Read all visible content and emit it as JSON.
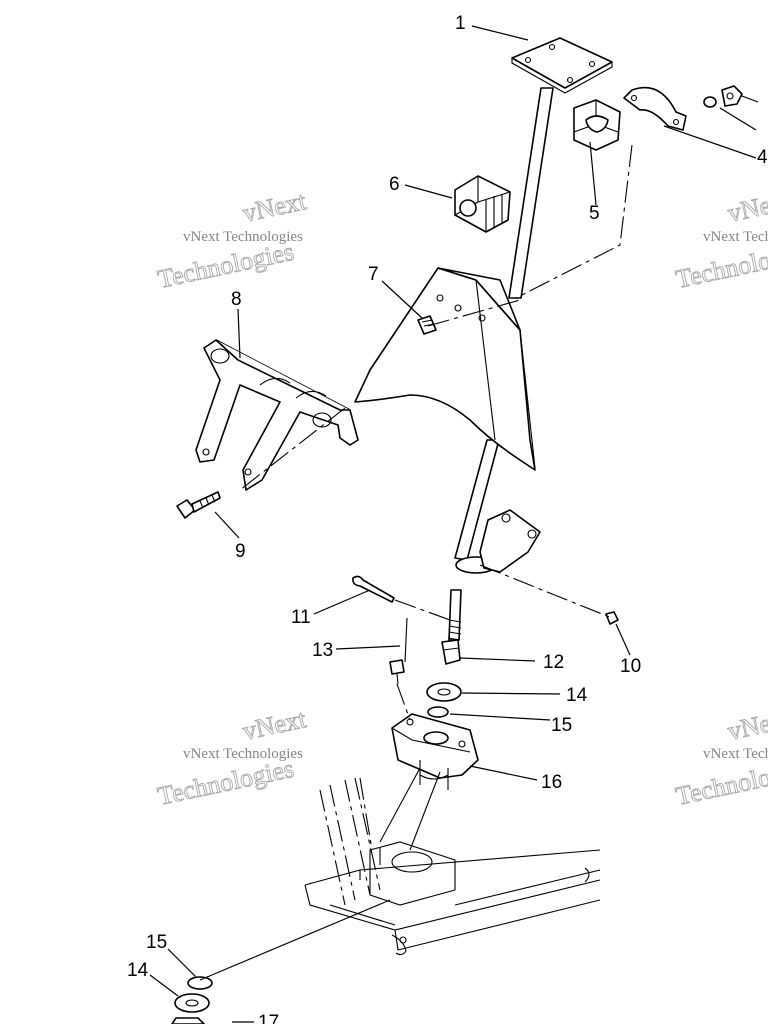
{
  "watermark": {
    "brand": "vNext",
    "company": "vNext Technologies",
    "word": "Technologies"
  },
  "callouts": {
    "c1": "1",
    "c4": "4",
    "c5": "5",
    "c6": "6",
    "c7": "7",
    "c8": "8",
    "c9": "9",
    "c10": "10",
    "c11": "11",
    "c12": "12",
    "c13": "13",
    "c14": "14",
    "c15": "15",
    "c16": "16",
    "c15b": "15",
    "c14b": "14",
    "c17": "17"
  }
}
